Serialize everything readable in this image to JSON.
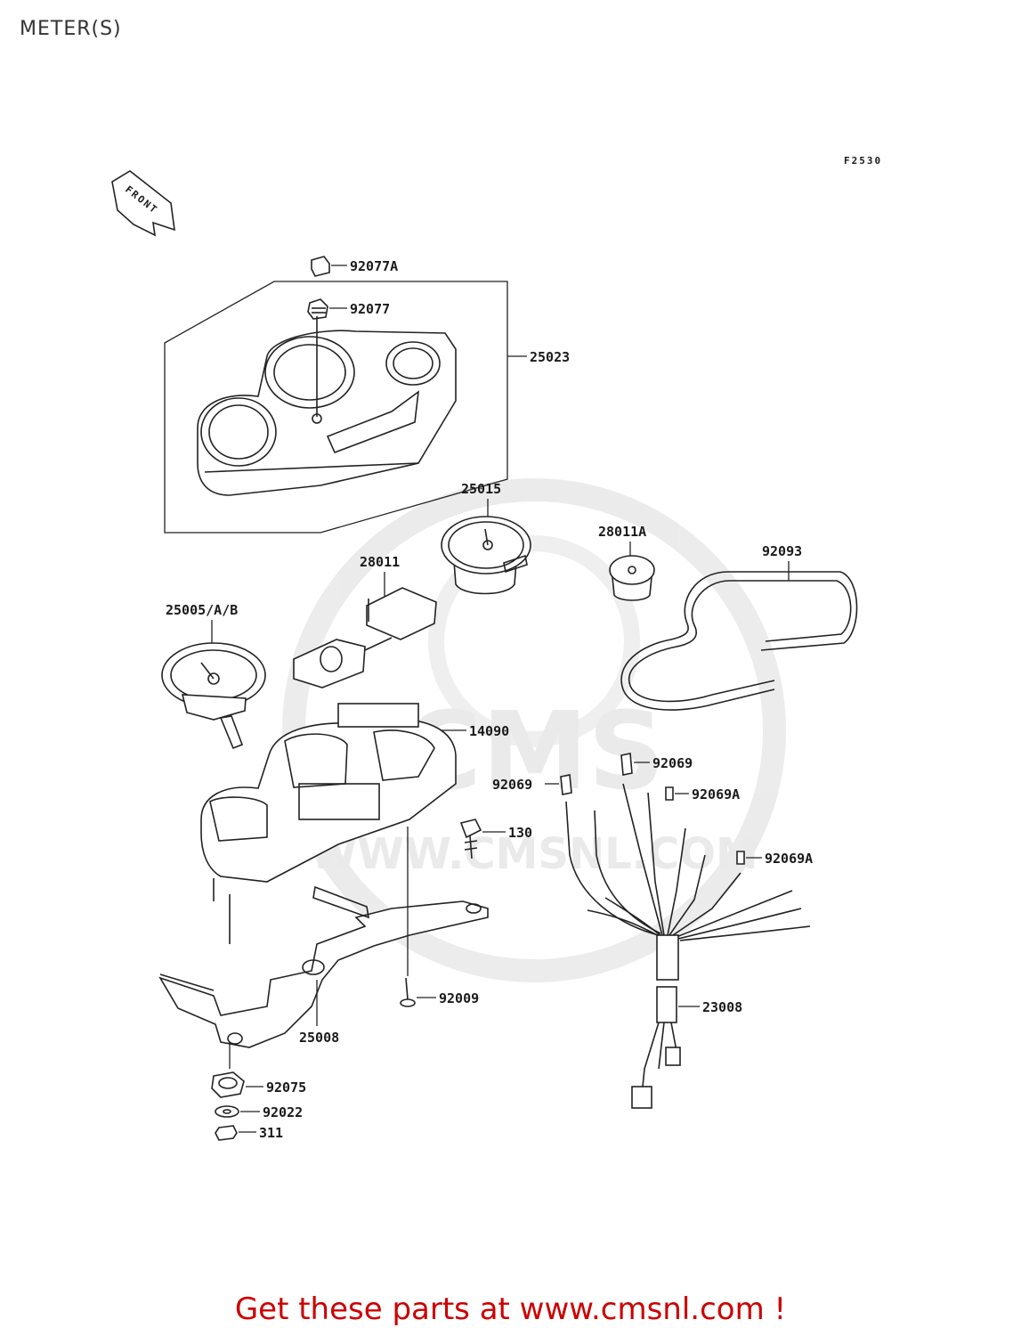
{
  "page": {
    "title": "METER(S)"
  },
  "figure": {
    "code": "F2530",
    "front_label": "FRONT"
  },
  "watermark": {
    "line1": "CMS",
    "line2": "WWW.CMSNL.COM"
  },
  "callouts": {
    "c92077A": "92077A",
    "c92077": "92077",
    "c25023": "25023",
    "c25015": "25015",
    "c28011A": "28011A",
    "c92093": "92093",
    "c28011": "28011",
    "c25005": "25005/A/B",
    "c14090": "14090",
    "c92069_top": "92069",
    "c92069_left": "92069",
    "c92069A_top": "92069A",
    "c130": "130",
    "c92069A_right": "92069A",
    "c92009": "92009",
    "c23008": "23008",
    "c25008": "25008",
    "c92075": "92075",
    "c92022": "92022",
    "c311": "311"
  },
  "footer": {
    "link_text": "Get these parts at www.cmsnl.com !"
  },
  "colors": {
    "footer": "#cc0000",
    "line": "#222222",
    "watermark": "#d9d9d9"
  }
}
